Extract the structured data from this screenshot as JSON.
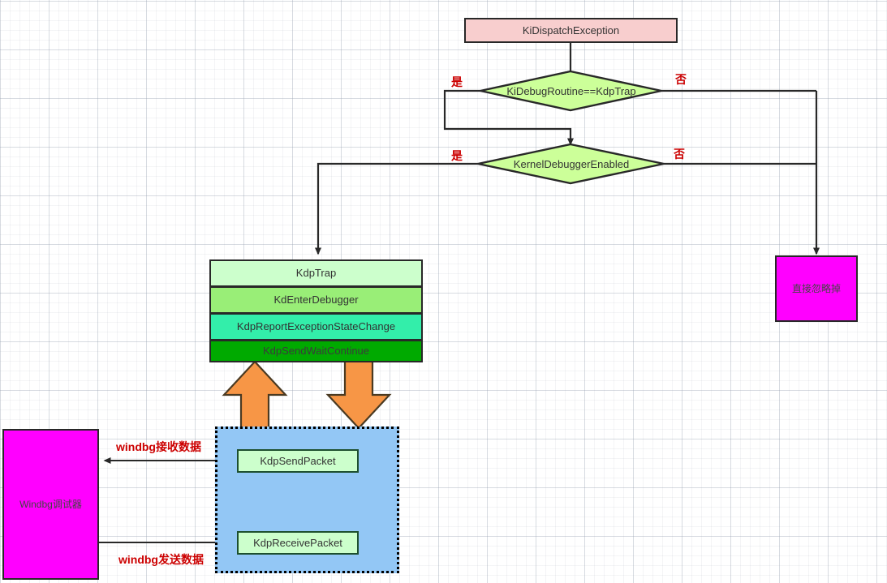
{
  "diagram": {
    "title": "KiDispatchException kernel debug dispatch flow",
    "colors": {
      "entry_fill": "#f8cece",
      "decision_fill": "#ccff99",
      "magenta_fill": "#ff00ff",
      "stack_fill_1": "#ccffcc",
      "stack_fill_2": "#99ee77",
      "stack_fill_3": "#33eeaa",
      "stack_fill_4": "#00aa00",
      "region_fill": "#93c7f5",
      "big_arrow_fill": "#f79646",
      "label_color": "#cc0000",
      "stroke": "#282828"
    }
  },
  "nodes": {
    "entry": "KiDispatchException",
    "decision_1": "KiDebugRoutine==KdpTrap",
    "decision_2": "KernelDebuggerEnabled",
    "ignore": "直接忽略掉",
    "stack": [
      "KdpTrap",
      "KdEnterDebugger",
      "KdpReportExceptionStateChange",
      "KdpSendWaitContinue"
    ],
    "debugger": "Windbg调试器",
    "send_packet": "KdpSendPacket",
    "receive_packet": "KdpReceivePacket"
  },
  "edge_labels": {
    "d1_yes": "是",
    "d1_no": "否",
    "d2_yes": "是",
    "d2_no": "否",
    "windbg_receive": "windbg接收数据",
    "windbg_send": "windbg发送数据"
  }
}
